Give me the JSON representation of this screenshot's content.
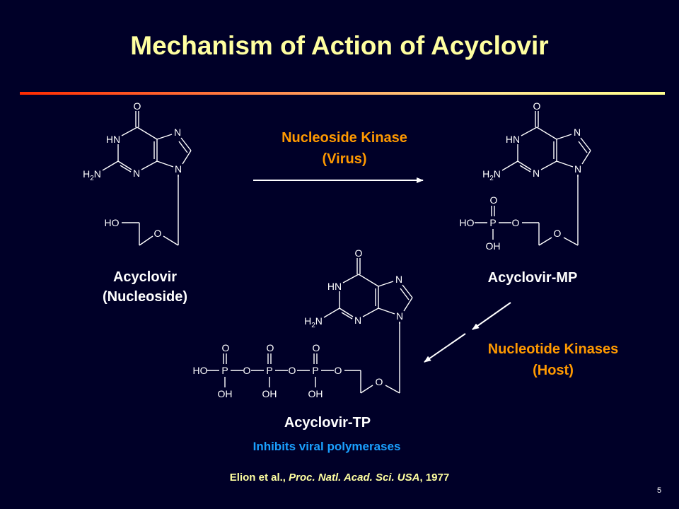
{
  "slide": {
    "title": "Mechanism of Action of Acyclovir",
    "page_number": "5",
    "colors": {
      "background": "#000028",
      "title": "#ffffa0",
      "enzyme": "#ff9900",
      "note": "#1aa0ff"
    }
  },
  "molecules": {
    "acyclovir": {
      "name": "Acyclovir",
      "subtitle": "(Nucleoside)"
    },
    "acyclovir_mp": {
      "name": "Acyclovir-MP"
    },
    "acyclovir_tp": {
      "name": "Acyclovir-TP",
      "note": "Inhibits viral polymerases"
    }
  },
  "atoms": {
    "O": "O",
    "HN": "HN",
    "N": "N",
    "H": "H",
    "sub2": "2",
    "HO": "HO",
    "P": "P",
    "OH": "OH"
  },
  "steps": [
    {
      "enzyme": "Nucleoside Kinase",
      "source": "(Virus)"
    },
    {
      "enzyme": "Nucleotide Kinases",
      "source": "(Host)"
    }
  ],
  "reference": {
    "authors": "Elion et al., ",
    "journal": "Proc. Natl. Acad. Sci. USA",
    "year": ", 1977"
  }
}
